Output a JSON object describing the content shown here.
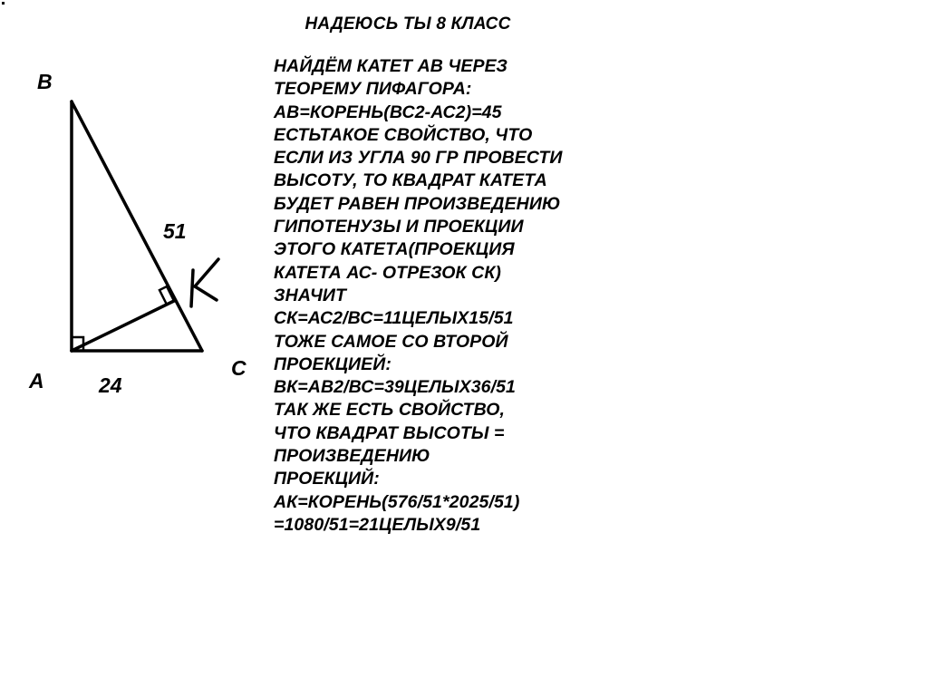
{
  "title": "НАДЕЮСЬ ТЫ 8 КЛАСС",
  "triangle": {
    "vertex_a": "A",
    "vertex_b": "B",
    "vertex_c": "C",
    "vertex_k": "K",
    "side_bc": "51",
    "side_ac": "24"
  },
  "solution_lines": [
    "НАЙДЁМ КАТЕТ АВ ЧЕРЕЗ",
    "ТЕОРЕМУ ПИФАГОРА:",
    "АВ=КОРЕНЬ(ВС2-АС2)=45",
    "ЕСТЬТАКОЕ СВОЙСТВО, ЧТО",
    "ЕСЛИ ИЗ УГЛА 90 ГР ПРОВЕСТИ",
    "ВЫСОТУ, ТО КВАДРАТ КАТЕТА",
    "БУДЕТ РАВЕН ПРОИЗВЕДЕНИЮ",
    "ГИПОТЕНУЗЫ И ПРОЕКЦИИ",
    "ЭТОГО КАТЕТА(ПРОЕКЦИЯ",
    "КАТЕТА АС- ОТРЕЗОК СК)",
    "ЗНАЧИТ",
    "СК=АС2/ВС=11ЦЕЛЫХ15/51",
    "ТОЖЕ САМОЕ СО ВТОРОЙ",
    "ПРОЕКЦИЕЙ:",
    "ВК=АВ2/ВС=39ЦЕЛЫХ36/51",
    "ТАК ЖЕ ЕСТЬ СВОЙСТВО,",
    "ЧТО КВАДРАТ ВЫСОТЫ =",
    "ПРОИЗВЕДЕНИЮ",
    "ПРОЕКЦИЙ:",
    "АК=КОРЕНЬ(576/51*2025/51)",
    "=1080/51=21ЦЕЛЫХ9/51"
  ]
}
